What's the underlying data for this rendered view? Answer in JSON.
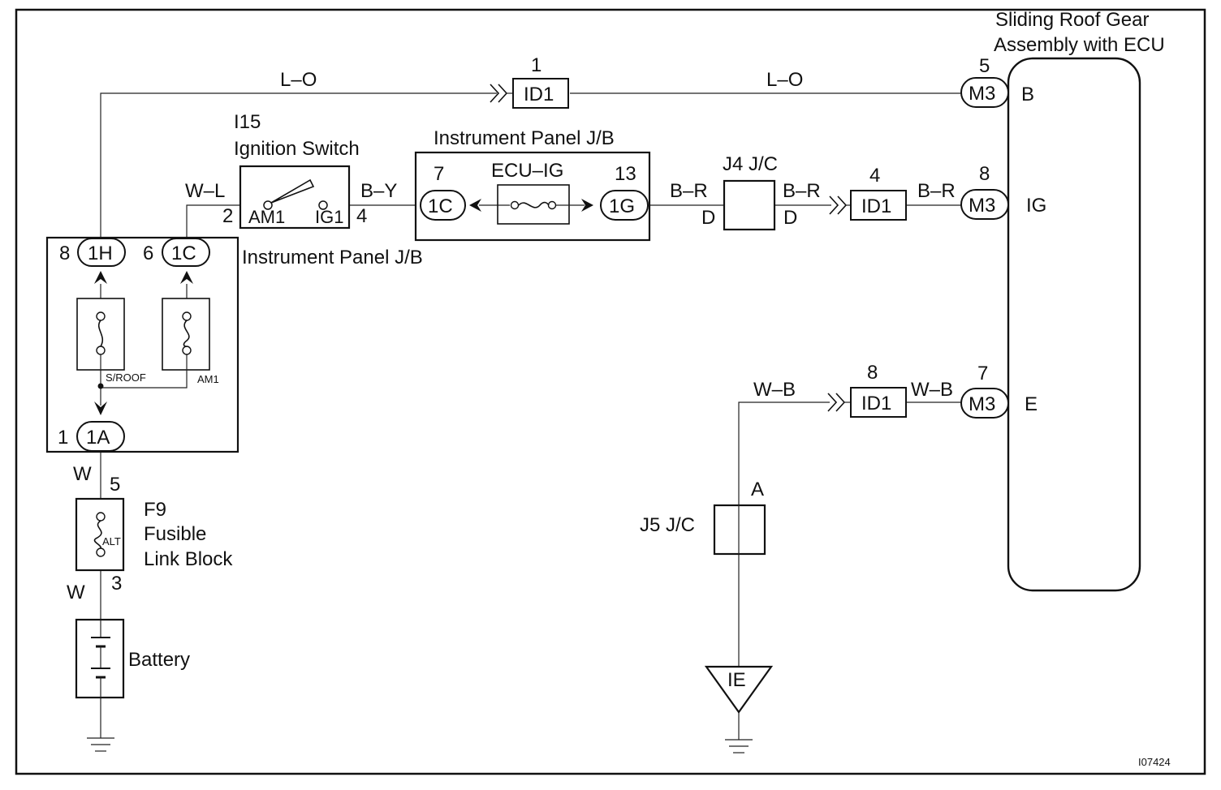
{
  "wires": {
    "lo_top_left": "L–O",
    "lo_top_right": "L–O",
    "wl": "W–L",
    "by": "B–Y",
    "br_1": "B–R",
    "br_2": "B–R",
    "br_3": "B–R",
    "wb_1": "W–B",
    "wb_2": "W–B",
    "w_top": "W",
    "w_bottom": "W"
  },
  "connectors": {
    "id1_top": {
      "label": "ID1",
      "pin": "1"
    },
    "id1_mid": {
      "label": "ID1",
      "pin": "4"
    },
    "id1_low": {
      "label": "ID1",
      "pin": "8"
    },
    "m3_b": {
      "label": "M3",
      "pin": "5",
      "terminal": "B"
    },
    "m3_ig": {
      "label": "M3",
      "pin": "8",
      "terminal": "IG"
    },
    "m3_e": {
      "label": "M3",
      "pin": "7",
      "terminal": "E"
    },
    "c1h": {
      "label": "1H",
      "pin": "8"
    },
    "c1c_left": {
      "label": "1C",
      "pin": "6"
    },
    "c1a": {
      "label": "1A",
      "pin": "1"
    },
    "c1c_jb": {
      "label": "1C",
      "pin": "7"
    },
    "c1g_jb": {
      "label": "1G",
      "pin": "13"
    }
  },
  "components": {
    "ecu_title_1": "Sliding Roof Gear",
    "ecu_title_2": "Assembly with ECU",
    "ign_code": "I15",
    "ign_name": "Ignition Switch",
    "ign_am1": "AM1",
    "ign_ig1": "IG1",
    "ign_pin_left": "2",
    "ign_pin_right": "4",
    "ipjb_label_left": "Instrument Panel J/B",
    "ipjb_label_right": "Instrument Panel J/B",
    "ecu_ig_fuse": "ECU–IG",
    "sroof_fuse": "S/ROOF",
    "am1_fuse": "AM1",
    "j4": "J4 J/C",
    "j4_left_pin": "D",
    "j4_right_pin": "D",
    "j5": "J5 J/C",
    "j5_pin": "A",
    "f9_code": "F9",
    "f9_name_1": "Fusible",
    "f9_name_2": "Link Block",
    "f9_alt": "ALT",
    "f9_pin_top": "5",
    "f9_pin_bottom": "3",
    "battery": "Battery",
    "ground_ie": "IE",
    "figure_id": "I07424"
  }
}
